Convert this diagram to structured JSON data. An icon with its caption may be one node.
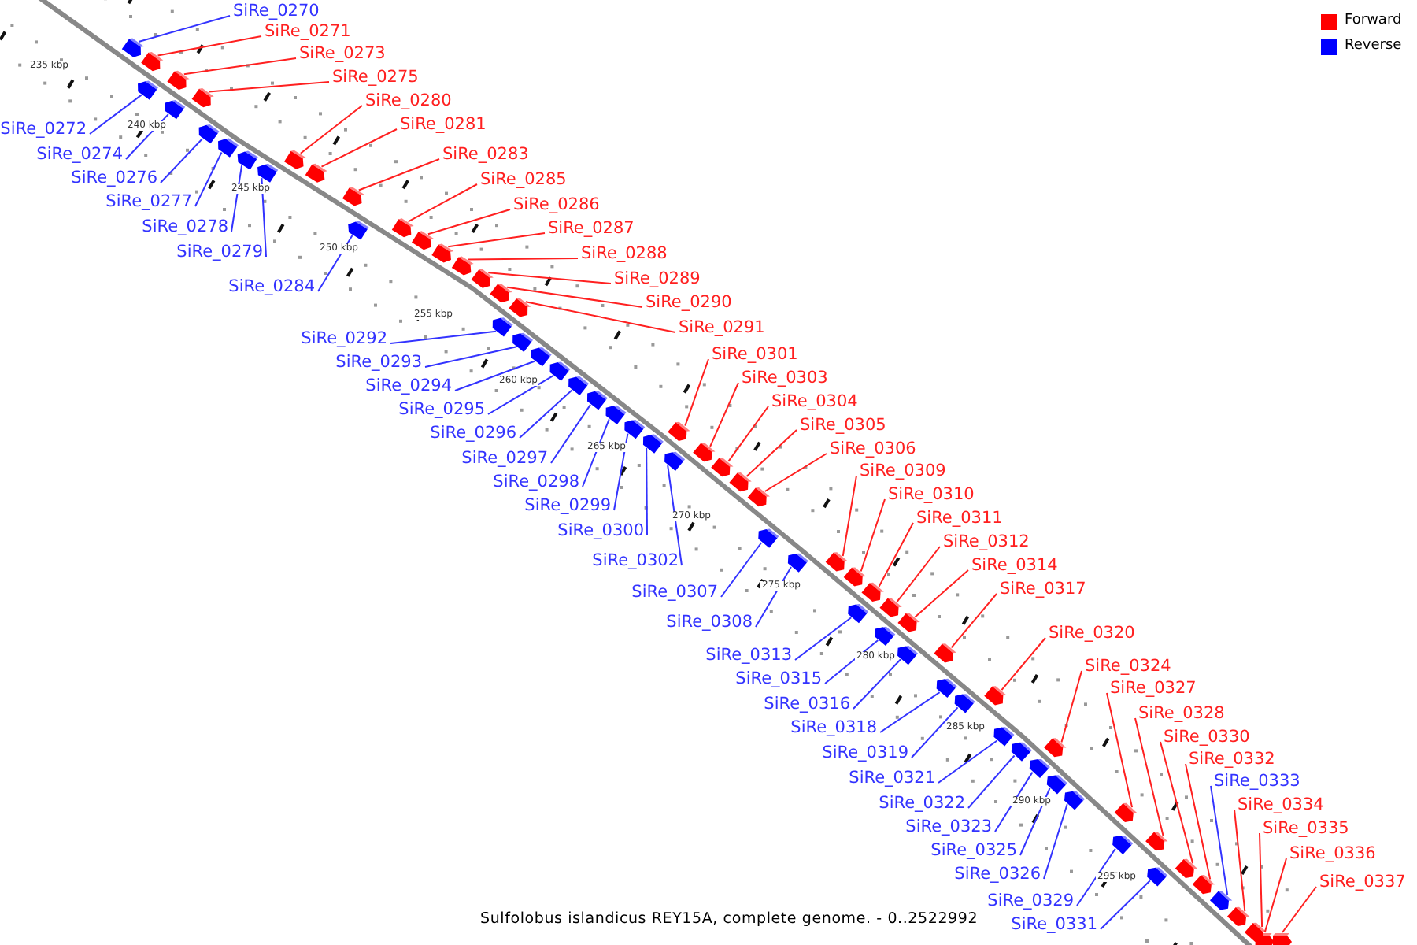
{
  "diagram": {
    "caption": "Sulfolobus islandicus REY15A, complete genome. - 0..2522992",
    "nodes": [
      {
        "text": [
          "SiRe_0270"
        ]
      },
      {
        "text": [
          "SiRe_0271"
        ]
      },
      {
        "text": [
          "SiRe_0272"
        ]
      },
      {
        "text": [
          "SiRe_0273"
        ]
      },
      {
        "text": [
          "SiRe_0274"
        ]
      },
      {
        "text": [
          "SiRe_0275"
        ]
      },
      {
        "text": [
          "SiRe_0276"
        ]
      },
      {
        "text": [
          "SiRe_0277"
        ]
      },
      {
        "text": [
          "SiRe_0278"
        ]
      },
      {
        "text": [
          "SiRe_0279"
        ]
      },
      {
        "text": [
          "SiRe_0280"
        ]
      },
      {
        "text": [
          "SiRe_0281"
        ]
      },
      {
        "text": [
          "SiRe_0283"
        ]
      },
      {
        "text": [
          "SiRe_0284"
        ]
      },
      {
        "text": [
          "SiRe_0285"
        ]
      },
      {
        "text": [
          "SiRe_0286"
        ]
      },
      {
        "text": [
          "SiRe_0287"
        ]
      },
      {
        "text": [
          "SiRe_0288"
        ]
      },
      {
        "text": [
          "SiRe_0289"
        ]
      },
      {
        "text": [
          "SiRe_0290"
        ]
      },
      {
        "text": [
          "SiRe_0291"
        ]
      },
      {
        "text": [
          "SiRe_0292"
        ]
      },
      {
        "text": [
          "SiRe_0293"
        ]
      },
      {
        "text": [
          "SiRe_0294"
        ]
      },
      {
        "text": [
          "SiRe_0295"
        ]
      },
      {
        "text": [
          "SiRe_0296"
        ]
      },
      {
        "text": [
          "SiRe_0297"
        ]
      },
      {
        "text": [
          "SiRe_0298"
        ]
      },
      {
        "text": [
          "SiRe_0299"
        ]
      },
      {
        "text": [
          "SiRe_0300"
        ]
      },
      {
        "text": [
          "SiRe_0301"
        ]
      },
      {
        "text": [
          "SiRe_0302"
        ]
      },
      {
        "text": [
          "SiRe_0303"
        ]
      },
      {
        "text": [
          "SiRe_0304"
        ]
      },
      {
        "text": [
          "SiRe_0305"
        ]
      },
      {
        "text": [
          "SiRe_0306"
        ]
      },
      {
        "text": [
          "SiRe_0307"
        ]
      },
      {
        "text": [
          "SiRe_0308"
        ]
      },
      {
        "text": [
          "SiRe_0309"
        ]
      },
      {
        "text": [
          "SiRe_0310"
        ]
      },
      {
        "text": [
          "SiRe_0311"
        ]
      },
      {
        "text": [
          "SiRe_0312"
        ]
      },
      {
        "text": [
          "SiRe_0313"
        ]
      },
      {
        "text": [
          "SiRe_0314"
        ]
      },
      {
        "text": [
          "SiRe_0315"
        ]
      },
      {
        "text": [
          "SiRe_0316"
        ]
      },
      {
        "text": [
          "SiRe_0317"
        ]
      },
      {
        "text": [
          "SiRe_0318"
        ]
      },
      {
        "text": [
          "SiRe_0319"
        ]
      },
      {
        "text": [
          "SiRe_0320"
        ]
      },
      {
        "text": [
          "SiRe_0321"
        ]
      },
      {
        "text": [
          "SiRe_0322"
        ]
      },
      {
        "text": [
          "SiRe_0323"
        ]
      },
      {
        "text": [
          "SiRe_0324"
        ]
      },
      {
        "text": [
          "SiRe_0325"
        ]
      },
      {
        "text": [
          "SiRe_0326"
        ]
      },
      {
        "text": [
          "SiRe_0327"
        ]
      },
      {
        "text": [
          "SiRe_0328"
        ]
      },
      {
        "text": [
          "SiRe_0329"
        ]
      },
      {
        "text": [
          "SiRe_0330"
        ]
      },
      {
        "text": [
          "SiRe_0331"
        ]
      },
      {
        "text": [
          "SiRe_0332"
        ]
      },
      {
        "text": [
          "SiRe_0333"
        ]
      },
      {
        "text": [
          "SiRe_0334"
        ]
      },
      {
        "text": [
          "SiRe_0335"
        ]
      },
      {
        "text": [
          "SiRe_0336"
        ]
      },
      {
        "text": [
          "SiRe_0337"
        ]
      },
      {
        "text": [],
        "shape": "arrow"
      },
      {
        "text": [],
        "shape": "arrow"
      },
      {
        "text": [],
        "shape": "arrow"
      },
      {
        "text": [],
        "shape": "arrow"
      },
      {
        "text": [],
        "shape": "arrow"
      },
      {
        "text": [],
        "shape": "arrow"
      },
      {
        "text": [],
        "shape": "arrow"
      },
      {
        "text": [],
        "shape": "arrow"
      },
      {
        "text": [],
        "shape": "arrow"
      },
      {
        "text": [],
        "shape": "arrow"
      },
      {
        "text": [],
        "shape": "arrow"
      },
      {
        "text": [],
        "shape": "arrow"
      },
      {
        "text": [],
        "shape": "arrow"
      },
      {
        "text": [],
        "shape": "arrow"
      },
      {
        "text": [],
        "shape": "arrow"
      },
      {
        "text": [],
        "shape": "arrow"
      },
      {
        "text": [],
        "shape": "arrow"
      },
      {
        "text": [],
        "shape": "arrow"
      },
      {
        "text": [],
        "shape": "arrow"
      },
      {
        "text": [],
        "shape": "arrow"
      },
      {
        "text": [],
        "shape": "arrow"
      },
      {
        "text": [],
        "shape": "arrow"
      },
      {
        "text": [],
        "shape": "arrow"
      },
      {
        "text": [],
        "shape": "arrow"
      },
      {
        "text": [],
        "shape": "arrow"
      },
      {
        "text": [],
        "shape": "arrow"
      },
      {
        "text": [],
        "shape": "arrow"
      },
      {
        "text": [],
        "shape": "arrow"
      },
      {
        "text": [],
        "shape": "arrow"
      },
      {
        "text": [],
        "shape": "arrow"
      },
      {
        "text": [],
        "shape": "arrow"
      },
      {
        "text": [],
        "shape": "arrow"
      },
      {
        "text": [],
        "shape": "arrow"
      },
      {
        "text": [],
        "shape": "arrow"
      },
      {
        "text": [],
        "shape": "arrow"
      },
      {
        "text": [],
        "shape": "arrow"
      },
      {
        "text": [],
        "shape": "arrow"
      },
      {
        "text": [],
        "shape": "arrow"
      },
      {
        "text": [],
        "shape": "arrow"
      },
      {
        "text": [],
        "shape": "arrow"
      },
      {
        "text": [],
        "shape": "arrow"
      },
      {
        "text": [],
        "shape": "arrow"
      },
      {
        "text": [],
        "shape": "arrow"
      },
      {
        "text": [],
        "shape": "arrow"
      },
      {
        "text": [],
        "shape": "arrow"
      },
      {
        "text": [],
        "shape": "arrow"
      },
      {
        "text": [],
        "shape": "arrow"
      },
      {
        "text": [],
        "shape": "arrow"
      },
      {
        "text": [],
        "shape": "arrow"
      },
      {
        "text": [],
        "shape": "arrow"
      },
      {
        "text": [],
        "shape": "arrow"
      },
      {
        "text": [],
        "shape": "arrow"
      },
      {
        "text": [],
        "shape": "arrow"
      },
      {
        "text": [],
        "shape": "arrow"
      },
      {
        "text": [],
        "shape": "arrow"
      },
      {
        "text": [],
        "shape": "arrow"
      },
      {
        "text": [],
        "shape": "arrow"
      },
      {
        "text": [],
        "shape": "arrow"
      },
      {
        "text": [],
        "shape": "arrow"
      },
      {
        "text": [],
        "shape": "arrow"
      },
      {
        "text": [],
        "shape": "arrow"
      },
      {
        "text": [],
        "shape": "arrow"
      },
      {
        "text": [],
        "shape": "arrow"
      },
      {
        "text": [],
        "shape": "arrow"
      },
      {
        "text": [],
        "shape": "arrow"
      },
      {
        "text": [],
        "shape": "arrow"
      },
      {
        "text": [],
        "shape": "arrow"
      }
    ],
    "edges": [
      {
        "from": 0,
        "to": 67,
        "arrow": "none",
        "color": "#3333ff"
      },
      {
        "from": 1,
        "to": 68,
        "arrow": "none"
      },
      {
        "from": 2,
        "to": 69,
        "arrow": "none",
        "color": "#3333ff"
      },
      {
        "from": 3,
        "to": 70,
        "arrow": "none"
      },
      {
        "from": 4,
        "to": 71,
        "arrow": "none",
        "color": "#3333ff"
      },
      {
        "from": 5,
        "to": 72,
        "arrow": "none"
      },
      {
        "from": 6,
        "to": 73,
        "arrow": "none",
        "color": "#3333ff"
      },
      {
        "from": 7,
        "to": 74,
        "arrow": "none",
        "color": "#3333ff"
      },
      {
        "from": 8,
        "to": 75,
        "arrow": "none",
        "color": "#3333ff"
      },
      {
        "from": 9,
        "to": 76,
        "arrow": "none",
        "color": "#3333ff"
      },
      {
        "from": 10,
        "to": 77,
        "arrow": "none"
      },
      {
        "from": 11,
        "to": 78,
        "arrow": "none"
      },
      {
        "from": 12,
        "to": 79,
        "arrow": "none"
      },
      {
        "from": 13,
        "to": 80,
        "arrow": "none",
        "color": "#3333ff"
      },
      {
        "from": 14,
        "to": 81,
        "arrow": "none"
      },
      {
        "from": 15,
        "to": 82,
        "arrow": "none"
      },
      {
        "from": 16,
        "to": 83,
        "arrow": "none"
      },
      {
        "from": 17,
        "to": 84,
        "arrow": "none"
      },
      {
        "from": 18,
        "to": 85,
        "arrow": "none"
      },
      {
        "from": 19,
        "to": 86,
        "arrow": "none"
      },
      {
        "from": 20,
        "to": 87,
        "arrow": "none"
      },
      {
        "from": 21,
        "to": 88,
        "arrow": "none",
        "color": "#3333ff"
      },
      {
        "from": 22,
        "to": 89,
        "arrow": "none",
        "color": "#3333ff"
      },
      {
        "from": 23,
        "to": 90,
        "arrow": "none",
        "color": "#3333ff"
      },
      {
        "from": 24,
        "to": 91,
        "arrow": "none",
        "color": "#3333ff"
      },
      {
        "from": 25,
        "to": 92,
        "arrow": "none",
        "color": "#3333ff"
      },
      {
        "from": 26,
        "to": 93,
        "arrow": "none",
        "color": "#3333ff"
      },
      {
        "from": 27,
        "to": 94,
        "arrow": "none",
        "color": "#3333ff"
      },
      {
        "from": 28,
        "to": 95,
        "arrow": "none",
        "color": "#3333ff"
      },
      {
        "from": 29,
        "to": 96,
        "arrow": "none",
        "color": "#3333ff"
      },
      {
        "from": 30,
        "to": 97,
        "arrow": "none"
      },
      {
        "from": 31,
        "to": 98,
        "arrow": "none",
        "color": "#3333ff"
      },
      {
        "from": 32,
        "to": 99,
        "arrow": "none"
      },
      {
        "from": 33,
        "to": 100,
        "arrow": "none"
      },
      {
        "from": 34,
        "to": 101,
        "arrow": "none"
      },
      {
        "from": 35,
        "to": 102,
        "arrow": "none"
      },
      {
        "from": 36,
        "to": 103,
        "arrow": "none",
        "color": "#3333ff"
      },
      {
        "from": 37,
        "to": 104,
        "arrow": "none",
        "color": "#3333ff"
      },
      {
        "from": 38,
        "to": 105,
        "arrow": "none"
      },
      {
        "from": 39,
        "to": 106,
        "arrow": "none"
      },
      {
        "from": 40,
        "to": 107,
        "arrow": "none"
      },
      {
        "from": 41,
        "to": 108,
        "arrow": "none"
      },
      {
        "from": 42,
        "to": 109,
        "arrow": "none",
        "color": "#3333ff"
      },
      {
        "from": 43,
        "to": 110,
        "arrow": "none"
      },
      {
        "from": 44,
        "to": 111,
        "arrow": "none",
        "color": "#3333ff"
      },
      {
        "from": 45,
        "to": 112,
        "arrow": "none",
        "color": "#3333ff"
      },
      {
        "from": 46,
        "to": 113,
        "arrow": "none"
      },
      {
        "from": 47,
        "to": 114,
        "arrow": "none",
        "color": "#3333ff"
      },
      {
        "from": 48,
        "to": 115,
        "arrow": "none",
        "color": "#3333ff"
      },
      {
        "from": 49,
        "to": 116,
        "arrow": "none"
      },
      {
        "from": 50,
        "to": 117,
        "arrow": "none",
        "color": "#3333ff"
      },
      {
        "from": 51,
        "to": 118,
        "arrow": "none",
        "color": "#3333ff"
      },
      {
        "from": 52,
        "to": 119,
        "arrow": "none",
        "color": "#3333ff"
      },
      {
        "from": 53,
        "to": 120,
        "arrow": "none"
      },
      {
        "from": 54,
        "to": 121,
        "arrow": "none",
        "color": "#3333ff"
      },
      {
        "from": 55,
        "to": 122,
        "arrow": "none",
        "color": "#3333ff"
      },
      {
        "from": 56,
        "to": 123,
        "arrow": "none"
      },
      {
        "from": 57,
        "to": 124,
        "arrow": "none"
      },
      {
        "from": 58,
        "to": 125,
        "arrow": "none",
        "color": "#3333ff"
      },
      {
        "from": 59,
        "to": 126,
        "arrow": "none"
      },
      {
        "from": 60,
        "to": 127,
        "arrow": "none",
        "color": "#3333ff"
      },
      {
        "from": 61,
        "to": 128,
        "arrow": "none"
      },
      {
        "from": 62,
        "to": 129,
        "arrow": "none",
        "color": "#3333ff"
      },
      {
        "from": 63,
        "to": 130,
        "arrow": "none"
      },
      {
        "from": 64,
        "to": 131,
        "arrow": "none"
      },
      {
        "from": 65,
        "to": 132,
        "arrow": "none"
      },
      {
        "from": 66,
        "to": 133,
        "arrow": "none"
      }
    ],
    "labels": [
      "235 kbp",
      "240 kbp",
      "245 kbp",
      "250 kbp",
      "255 kbp",
      "260 kbp",
      "265 kbp",
      "270 kbp",
      "275 kbp",
      "280 kbp",
      "285 kbp",
      "290 kbp",
      "295 kbp"
    ],
    "legend": [
      {
        "text": "Forward",
        "color": "#ff0000"
      },
      {
        "text": "Reverse",
        "color": "#0000ff"
      }
    ]
  }
}
